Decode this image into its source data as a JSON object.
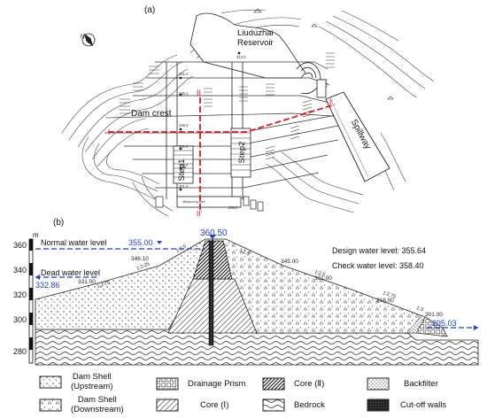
{
  "panel_a": {
    "label": "(a)",
    "reservoir_name": [
      "Liuduzhai",
      "Reservoir"
    ],
    "dam_crest": "Dam crest",
    "step1": "Step1",
    "step2": "Step2",
    "spillway": "Spillway",
    "section_II_top": "II",
    "section_II_bottom": "II'",
    "section_I": "I",
    "section_I_end": "I'",
    "small_labels": [
      "313.0",
      "331.0",
      "346.1",
      "346.0",
      "331.0",
      "316.0",
      "301.0",
      "298.0",
      "Measuring weir"
    ]
  },
  "panel_b": {
    "label": "(b)",
    "y_unit": "m",
    "y_ticks": [
      "360",
      "340",
      "320",
      "300",
      "280"
    ],
    "normal_water_level_label": "Normal water level",
    "normal_water_level_value": "355.00",
    "dead_water_level_label": "Dead water level",
    "dead_water_level_value": "332.86",
    "crest_value": "360.50",
    "tailwater_value": "295.03",
    "design_water_level": "Design water level: 355.64",
    "check_water_level": "Check water level: 358.40",
    "berm_elevations": [
      "346.10",
      "331.00",
      "345.00",
      "331.00",
      "316.00",
      "301.00"
    ],
    "slope_labels": [
      "1:2.5",
      "1:2.25",
      "1:2.75",
      "1:1.5",
      "1:2.5",
      "1:2.75",
      "1:3"
    ]
  },
  "legend": [
    {
      "key": "shell_up",
      "label": [
        "Dam Shell",
        "(Upstream)"
      ]
    },
    {
      "key": "drainage",
      "label": [
        "Drainage Prism"
      ]
    },
    {
      "key": "core2",
      "label": [
        "Core (Ⅱ)"
      ]
    },
    {
      "key": "backfilter",
      "label": [
        "Backfilter"
      ]
    },
    {
      "key": "shell_down",
      "label": [
        "Dam Shell",
        "(Downstream)"
      ]
    },
    {
      "key": "core1",
      "label": [
        "Core (Ⅰ)"
      ]
    },
    {
      "key": "bedrock",
      "label": [
        "Bedrock"
      ]
    },
    {
      "key": "cutoff",
      "label": [
        "Cut-off walls"
      ]
    }
  ],
  "colors": {
    "section_line": "#e8141e",
    "water_level": "#1f3fd6",
    "ink": "#222222"
  }
}
